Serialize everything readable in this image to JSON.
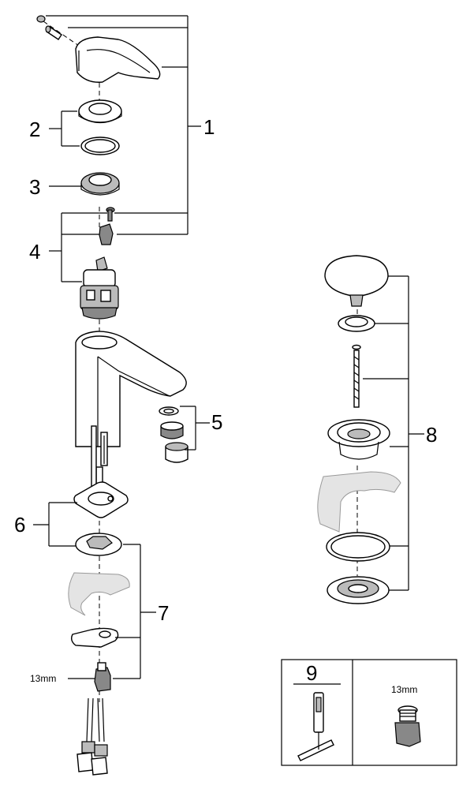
{
  "labels": {
    "l1": "1",
    "l2": "2",
    "l3": "3",
    "l4": "4",
    "l5": "5",
    "l6": "6",
    "l7": "7",
    "l8": "8",
    "l9": "9",
    "wrench_size_left": "13mm",
    "wrench_size_box": "13mm"
  }
}
